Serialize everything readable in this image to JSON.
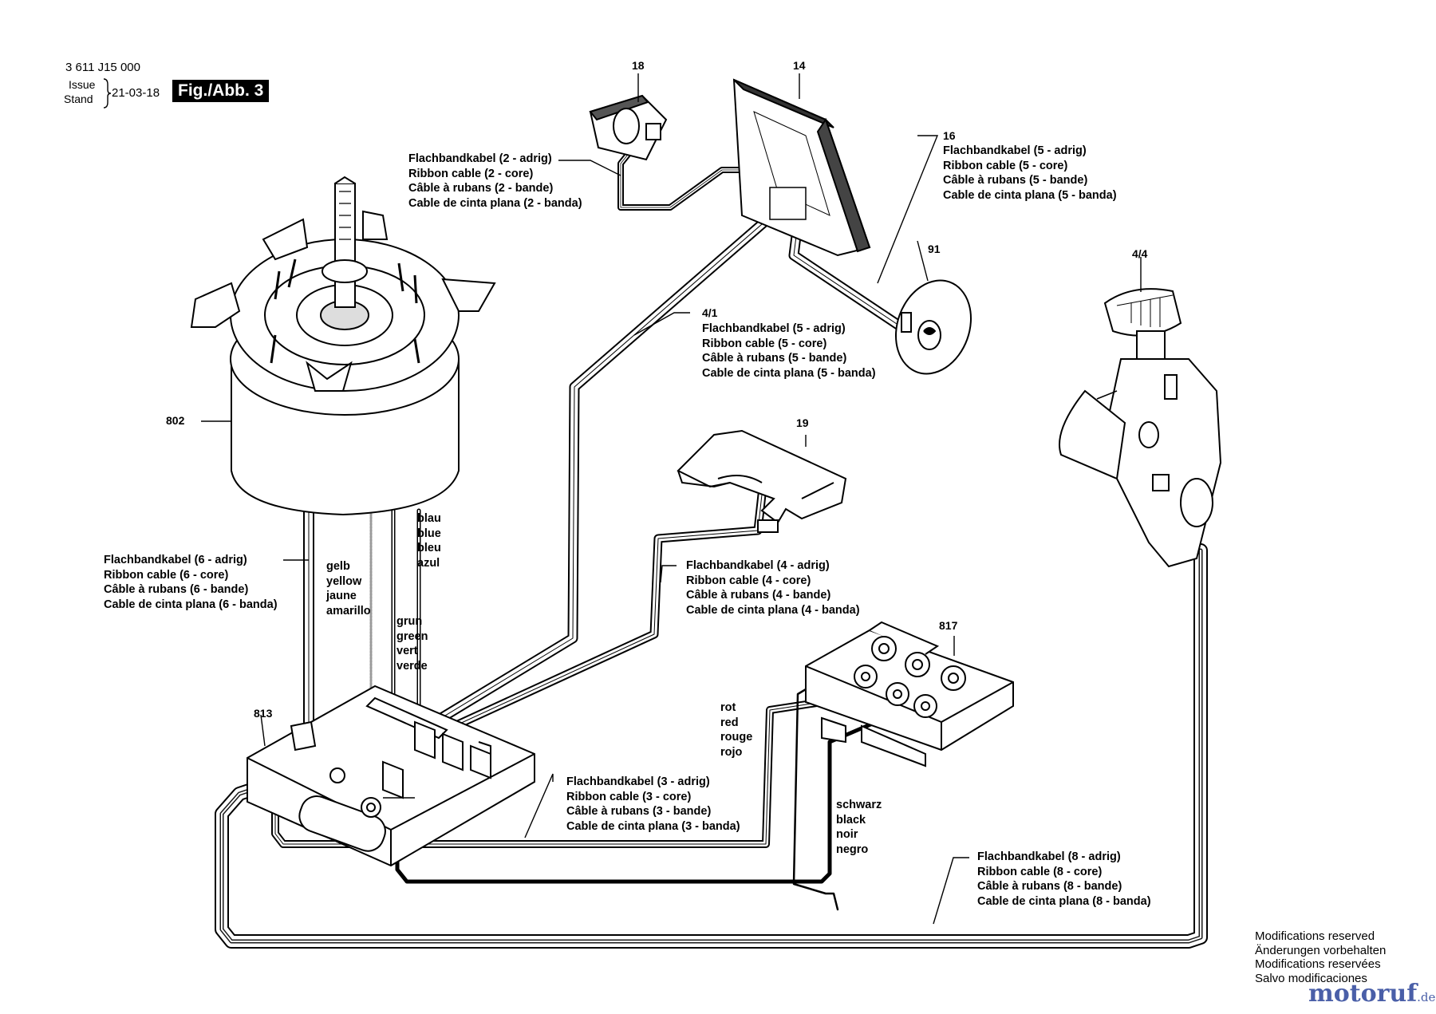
{
  "header": {
    "part_number": "3 611 J15 000",
    "issue_label": "Issue",
    "stand_label": "Stand",
    "date": "21-03-18",
    "figure": "Fig./Abb. 3"
  },
  "part_numbers": {
    "p18": "18",
    "p14": "14",
    "p16": "16",
    "p91": "91",
    "p4_4": "4/4",
    "p4_1": "4/1",
    "p802": "802",
    "p19": "19",
    "p817": "817",
    "p813": "813"
  },
  "cables": {
    "c2": [
      "Flachbandkabel (2 - adrig)",
      "Ribbon cable (2 - core)",
      "Câble à rubans (2 - bande)",
      "Cable de cinta plana (2 - banda)"
    ],
    "c5a": [
      "Flachbandkabel (5 - adrig)",
      "Ribbon cable (5 - core)",
      "Câble à rubans (5 - bande)",
      "Cable de cinta plana (5 - banda)"
    ],
    "c5b": [
      "Flachbandkabel (5 - adrig)",
      "Ribbon cable (5 - core)",
      "Câble à rubans (5 - bande)",
      "Cable de cinta plana (5 - banda)"
    ],
    "c6": [
      "Flachbandkabel (6 - adrig)",
      "Ribbon cable (6 - core)",
      "Câble à rubans (6 - bande)",
      "Cable de cinta plana (6 - banda)"
    ],
    "c4": [
      "Flachbandkabel (4 - adrig)",
      "Ribbon cable (4 - core)",
      "Câble à rubans (4 - bande)",
      "Cable de cinta plana (4 - banda)"
    ],
    "c3": [
      "Flachbandkabel (3 - adrig)",
      "Ribbon cable (3 - core)",
      "Câble à rubans (3 - bande)",
      "Cable de cinta plana (3 - banda)"
    ],
    "c8": [
      "Flachbandkabel (8 - adrig)",
      "Ribbon cable (8 - core)",
      "Câble à rubans (8 - bande)",
      "Cable de cinta plana (8 - banda)"
    ]
  },
  "wires": {
    "blau": [
      "blau",
      "blue",
      "bleu",
      "azul"
    ],
    "gelb": [
      "gelb",
      "yellow",
      "jaune",
      "amarillo"
    ],
    "grun": [
      "grun",
      "green",
      "vert",
      "verde"
    ],
    "rot": [
      "rot",
      "red",
      "rouge",
      "rojo"
    ],
    "schwarz": [
      "schwarz",
      "black",
      "noir",
      "negro"
    ]
  },
  "footer": {
    "modifications": [
      "Modifications reserved",
      "Änderungen vorbehalten",
      "Modifications reservées",
      "Salvo modificaciones"
    ],
    "watermark": "motoruf",
    "watermark_tld": ".de"
  },
  "colors": {
    "line": "#000000",
    "cable_fill": "#ffffff",
    "watermark": "#4a5fa8"
  }
}
